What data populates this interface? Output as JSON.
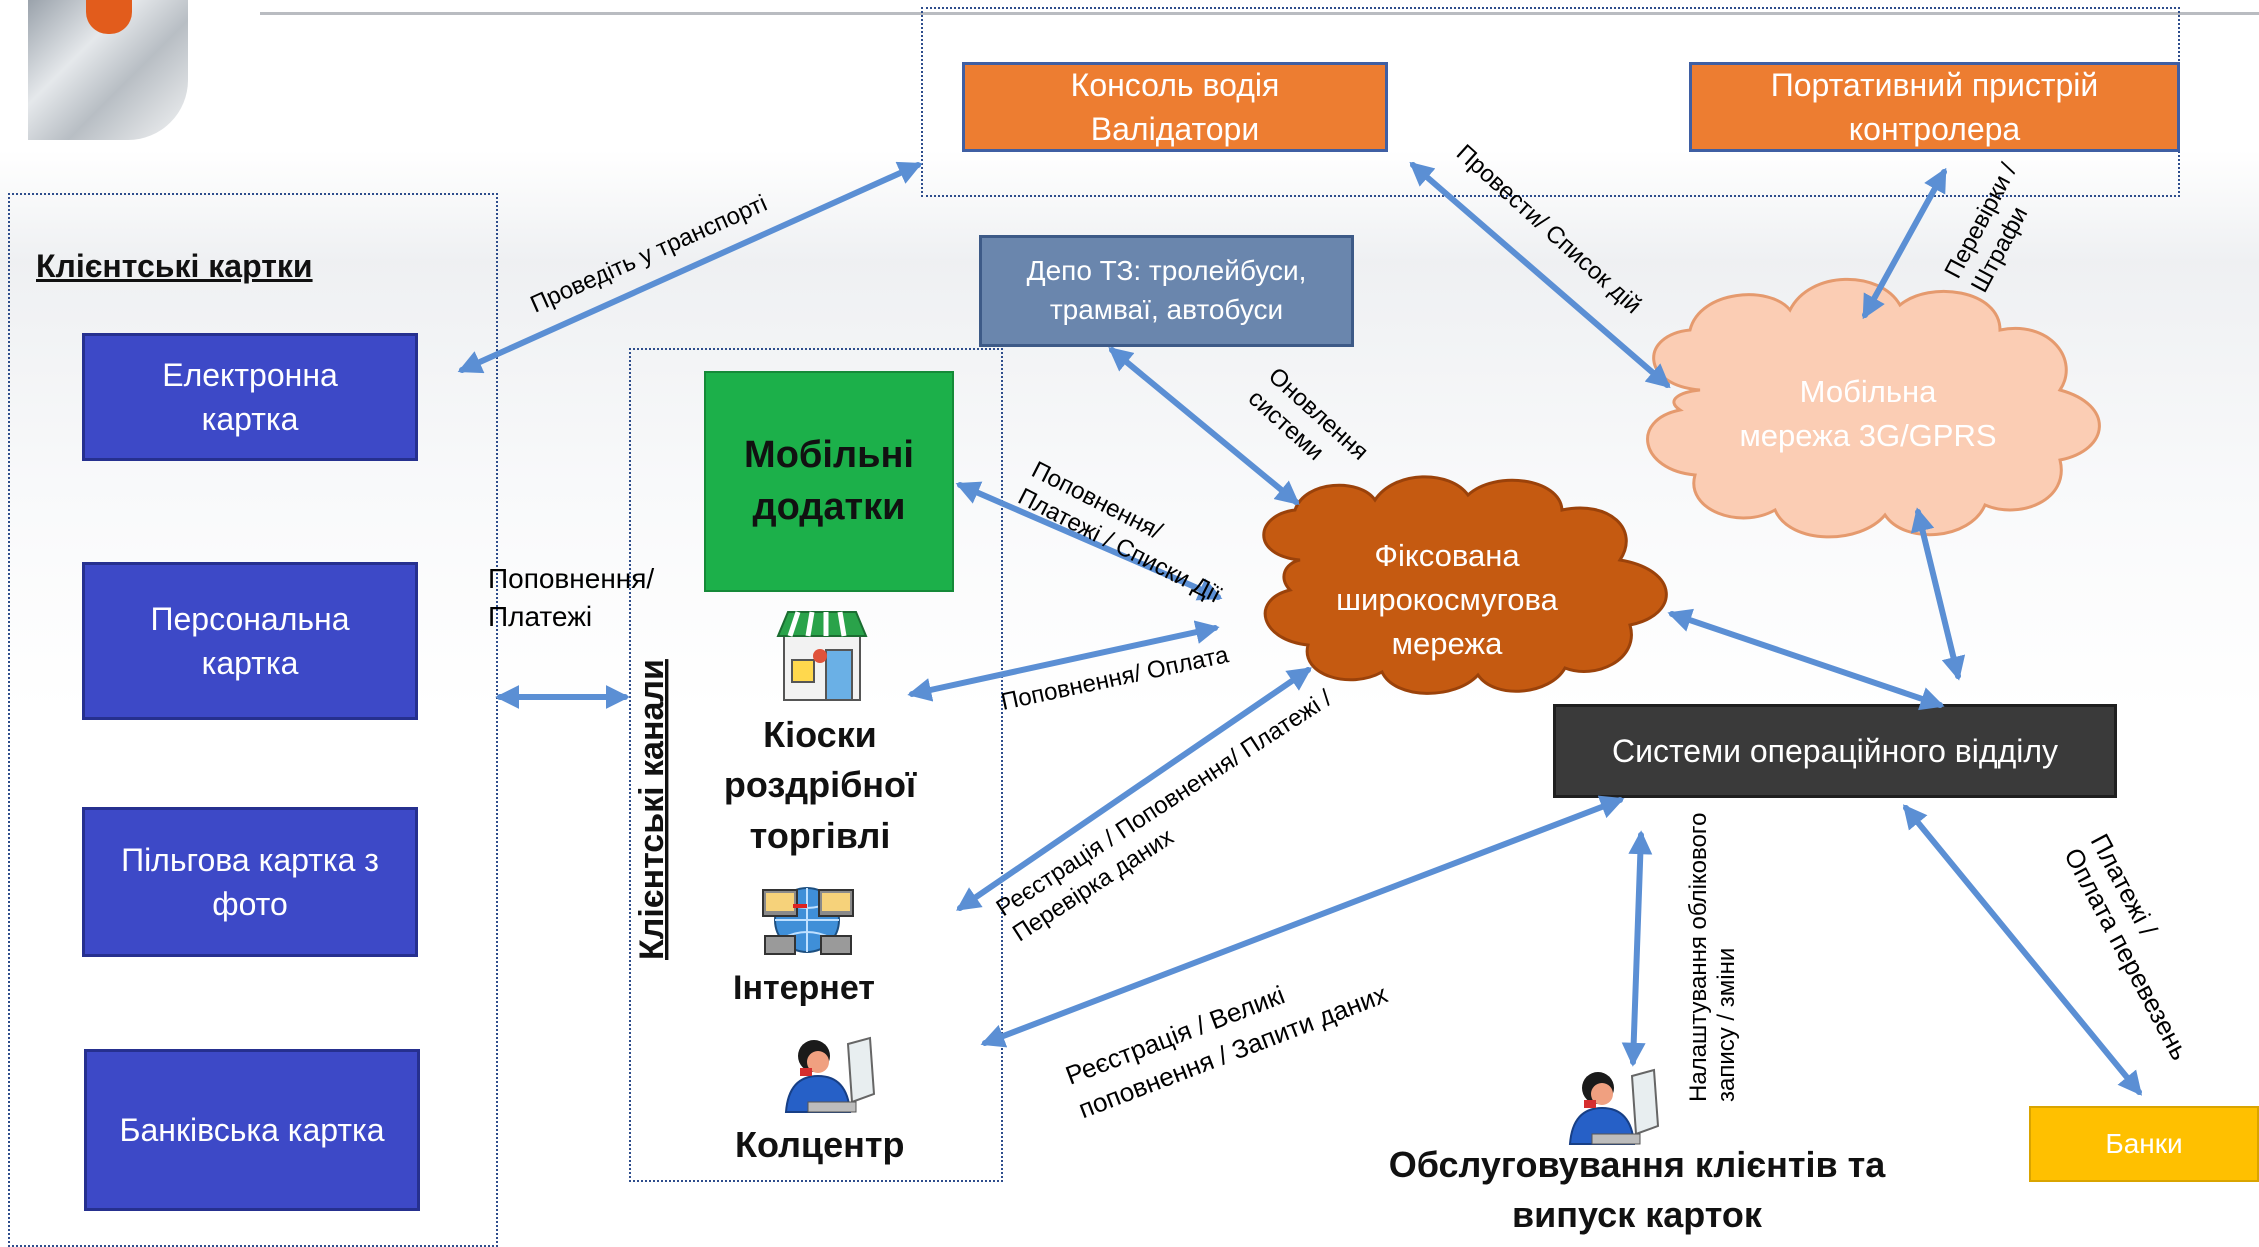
{
  "clients": {
    "title": "Клієнтські картки",
    "cards": [
      "Електронна картка",
      "Персональна картка",
      "Пільгова картка з фото",
      "Банківська картка"
    ]
  },
  "channels": {
    "title": "Клієнтські канали",
    "mobile_apps": "Мобільні додатки",
    "kiosks": "Кіоски роздрібної торгівлі",
    "internet": "Інтернет",
    "callcenter": "Колцентр"
  },
  "transport": {
    "console": "Консоль водія Валідатори",
    "portable": "Портативний пристрій контролера"
  },
  "depot": "Депо ТЗ: тролейбуси, трамваї, автобуси",
  "networks": {
    "mobile": "Мобільна мережа 3G/GPRS",
    "fixed": "Фіксована широкосмугова мережа"
  },
  "backoffice": "Системи операційного відділу",
  "banks": "Банки",
  "service": "Обслуговування клієнтів та випуск карток",
  "edge_labels": {
    "tap_transport": "Проведіть у транспорті",
    "topup_payments": "Поповнення/ Платежі",
    "swipes_actions": "Провести/ Список дій",
    "checks_fines": "Перевірки / Штрафи",
    "system_updates": "Оновлення системи",
    "topup_payments_lists": "Поповнення/ Платежі / Списки Дії",
    "topup_payment": "Поповнення/ Оплата",
    "reg_topup_check": "Реєстрація / Поповнення/ Платежі / Перевірка даних",
    "reg_big_topups": "Реєстрація / Великі поповнення / Запити даних",
    "account_setup": "Налаштування облікового запису / зміни",
    "payments_fare": "Платежі / Оплата перевезень"
  },
  "colors": {
    "card_blue": "#3d49c7",
    "device_orange": "#ed7d31",
    "depot_slate": "#6a86ad",
    "backoffice_dark": "#3a3a3a",
    "banks_yellow": "#ffc000",
    "apps_green": "#1cb04a",
    "mobile_cloud": "#fbcdb4",
    "fixed_cloud": "#c55a11",
    "arrow_blue": "#5b8fd4"
  }
}
